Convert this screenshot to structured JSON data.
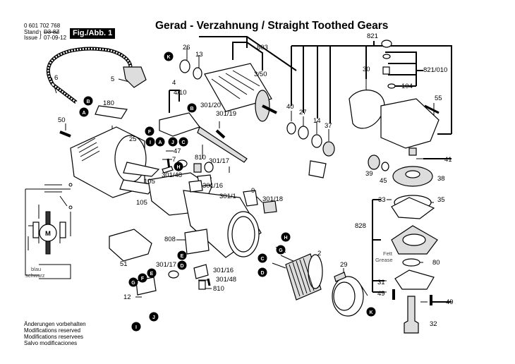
{
  "header": {
    "part_number": "0 601 702 768",
    "stand_label": "Stand",
    "stand_value": "D3-8Z",
    "issue_label": "Issue",
    "issue_value": "07-09-12",
    "figure_badge": "Fig./Abb. 1"
  },
  "title": "Gerad - Verzahnung / Straight Toothed Gears",
  "notes": [
    "Änderungen vorbehalten",
    "Modifications reserved",
    "Modifications reservees",
    "Salvo modificaciones"
  ],
  "grease_note": {
    "line1": "Fett",
    "line2": "Grease"
  },
  "motor_symbol": "M",
  "wiring_labels": {
    "blue": "blau",
    "black": "schwarz"
  },
  "part_labels": {
    "p821": "821",
    "p803": "803",
    "p26": "26",
    "p13": "13",
    "p3_50": "3/50",
    "p30": "30",
    "p821_010": "821/010",
    "p104": "104",
    "p55": "55",
    "p6": "6",
    "p5": "5",
    "p180": "180",
    "p50": "50",
    "p25": "25",
    "p4": "4",
    "p4_10": "4/10",
    "p301_20": "301/20",
    "p301_19": "301/19",
    "p40": "40",
    "p27": "27",
    "p14": "14",
    "p37": "37",
    "p41": "41",
    "p47": "47",
    "p7": "7",
    "p810a": "810",
    "p301_17a": "301/17",
    "p301_48a": "301/48",
    "p301_16a": "301/16",
    "p105a": "105",
    "p105b": "105",
    "p9": "9",
    "p301_1": "301/1",
    "p301_18": "301/18",
    "p39": "39",
    "p45": "45",
    "p38": "38",
    "p33": "33",
    "p35": "35",
    "p828": "828",
    "p808": "808",
    "p51": "51",
    "p301_17b": "301/17",
    "p301_16b": "301/16",
    "p301_48b": "301/48",
    "p810b": "810",
    "p12": "12",
    "p2": "2",
    "p29": "29",
    "p80": "80",
    "p31": "31",
    "p49a": "49",
    "p49b": "49",
    "p32": "32"
  },
  "connectors": {
    "A": "A",
    "B": "B",
    "C": "C",
    "D": "D",
    "E": "E",
    "F": "F",
    "G": "G",
    "H": "H",
    "I": "I",
    "J": "J",
    "K": "K"
  }
}
